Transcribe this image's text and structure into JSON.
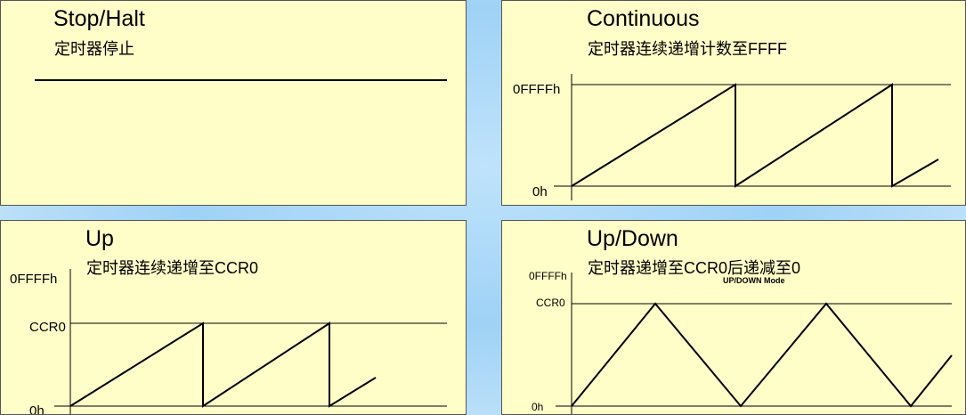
{
  "panels": {
    "stop": {
      "title": "Stop/Halt",
      "subtitle": "定时器停止"
    },
    "continuous": {
      "title": "Continuous",
      "subtitle": "定时器连续递增计数至FFFF",
      "max_label": "0FFFFh",
      "zero_label": "0h"
    },
    "up": {
      "title": "Up",
      "subtitle": "定时器连续递增至CCR0",
      "max_label": "0FFFFh",
      "ccr_label": "CCR0",
      "zero_label": "0h"
    },
    "updown": {
      "title": "Up/Down",
      "subtitle": "定时器递增至CCR0后递减至0",
      "max_label": "0FFFFh",
      "ccr_label": "CCR0",
      "zero_label": "0h",
      "mode_label": "UP/DOWN Mode"
    }
  },
  "colors": {
    "panel_bg": "#fffec8",
    "line": "#000000"
  }
}
